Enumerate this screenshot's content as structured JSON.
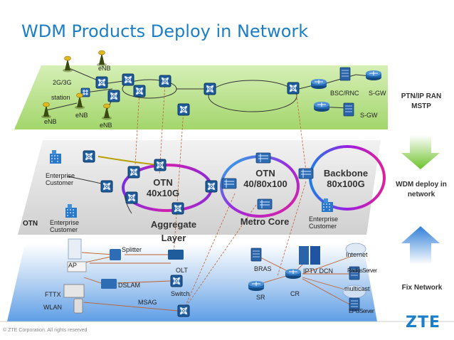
{
  "title": "WDM Products Deploy in Network",
  "side_labels": {
    "ptn": [
      "PTN/IP RAN",
      "MSTP"
    ],
    "wdm": [
      "WDM deploy in",
      "network"
    ],
    "fix": "Fix Network"
  },
  "top_layer": {
    "enb": [
      "eNB",
      "eNB",
      "eNB",
      "eNB"
    ],
    "station": [
      "2G/3G",
      "station"
    ],
    "bsc": "BSC/RNC",
    "sgw": [
      "S-GW",
      "S-GW"
    ]
  },
  "otn_layer": {
    "corner": "OTN",
    "enterprise": [
      "Enterprise",
      "Customer"
    ],
    "otn_small": [
      "OTN",
      "40x10G"
    ],
    "otn_big": [
      "OTN",
      "40/80x100"
    ],
    "backbone": [
      "Backbone",
      "80x100G"
    ],
    "aggregate": [
      "Aggregate",
      "Layer"
    ],
    "metro": "Metro Core"
  },
  "access_layer": {
    "splitter": "Splitter",
    "ap": "AP",
    "olt": "OLT",
    "dslam": "DSLAM",
    "fttx": "FTTX",
    "switch": "Switch",
    "wlan": "WLAN",
    "msag": "MSAG",
    "bras": "BRAS",
    "sr": "SR",
    "cr": "CR",
    "iptv": "IPTV DCN",
    "internet": "Internet",
    "radius": "RadiusServer",
    "multicast": "multicast",
    "epg": "EPGServer"
  },
  "footer": {
    "copyright": "© ZTE Corporation. All rights reserved",
    "logo": "ZTE"
  },
  "colors": {
    "title": "#1a7fc8",
    "green_layer": "#b4e081",
    "otn_layer": "#e1e1e1",
    "access_layer": "#7fb2e8",
    "arrow_green": "#7ccc3a",
    "arrow_blue": "#4a8fe0",
    "node_blue": "#1e5c9c",
    "ring_purple": "#8a2bd8",
    "ring_magenta": "#e0209a"
  }
}
